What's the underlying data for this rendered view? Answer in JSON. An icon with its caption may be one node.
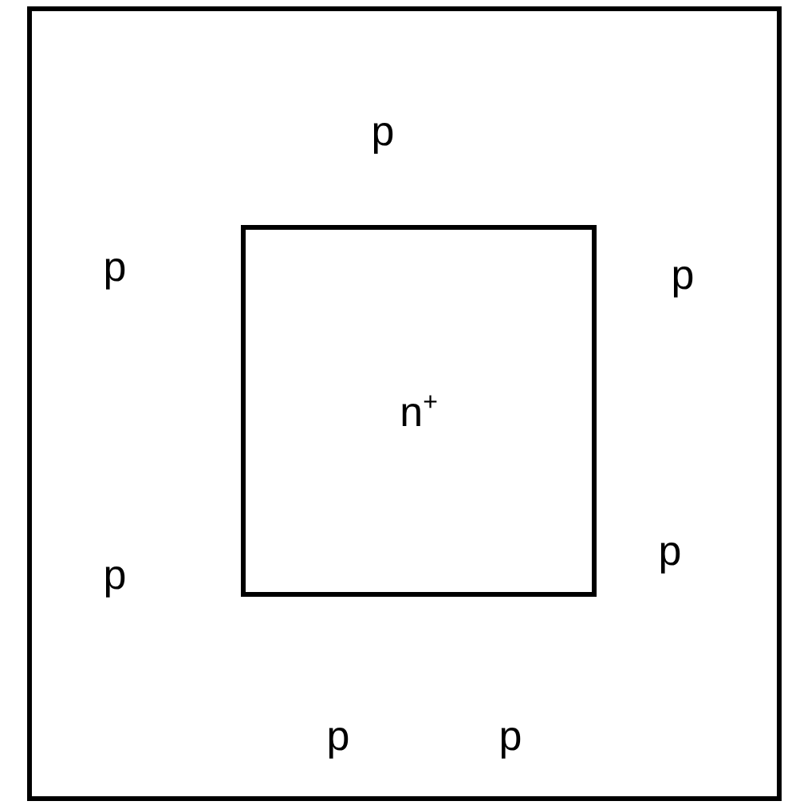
{
  "diagram": {
    "nodes": [
      {
        "text": [],
        "shape": "box"
      },
      {
        "text": [
          "n$^{+}$"
        ],
        "in": 0
      }
    ],
    "labels": [
      "p",
      "p",
      "p",
      "p",
      "p",
      "p",
      "p"
    ]
  }
}
